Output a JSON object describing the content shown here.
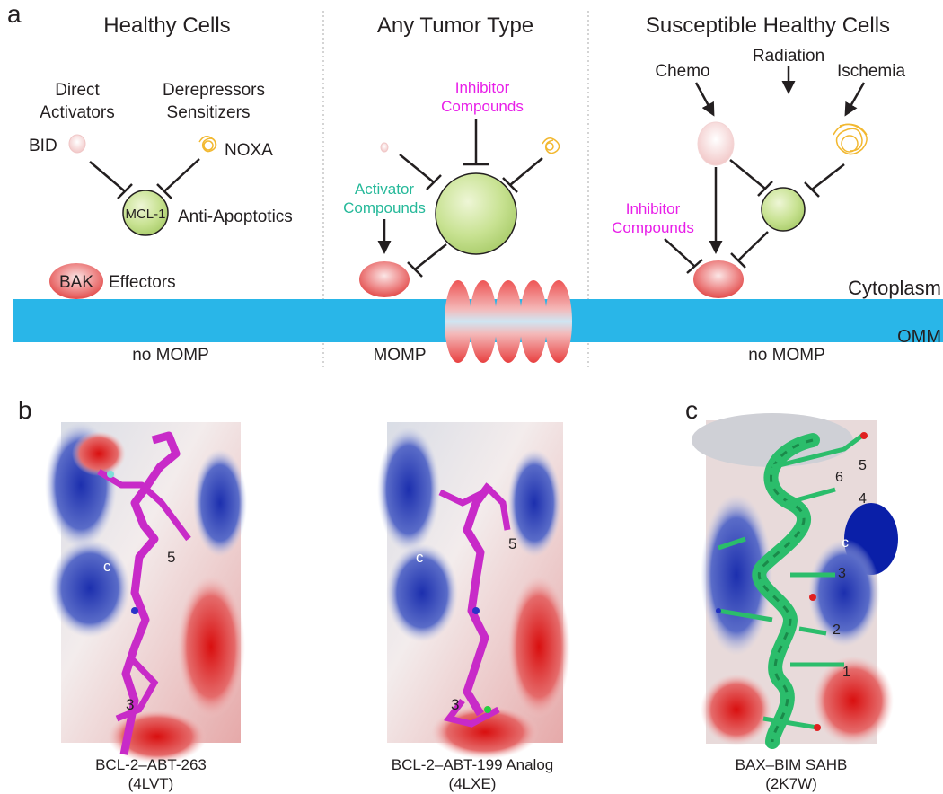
{
  "panel_a": {
    "letter": "a",
    "col1": {
      "title": "Healthy Cells",
      "direct_activators": [
        "Direct",
        "Activators"
      ],
      "derepressors": [
        "Derepressors",
        "Sensitizers"
      ],
      "bid": "BID",
      "noxa": "NOXA",
      "mcl1": "MCL-1",
      "anti_apoptotics": "Anti-Apoptotics",
      "bak": "BAK",
      "effectors": "Effectors",
      "footer": "no MOMP"
    },
    "col2": {
      "title": "Any Tumor Type",
      "inhibitor": [
        "Inhibitor",
        "Compounds"
      ],
      "activator": [
        "Activator",
        "Compounds"
      ],
      "footer": "MOMP"
    },
    "col3": {
      "title": "Susceptible Healthy Cells",
      "chemo": "Chemo",
      "radiation": "Radiation",
      "ischemia": "Ischemia",
      "inhibitor": [
        "Inhibitor",
        "Compounds"
      ],
      "footer": "no MOMP"
    },
    "cytoplasm": "Cytoplasm",
    "omm": "OMM",
    "colors": {
      "membrane": "#29b6e8",
      "magenta": "#e81ee8",
      "green_text": "#26b99a",
      "anti_apoptotic": "#c5e08e",
      "effector": "#e84c4c",
      "noxa": "#f2b830"
    }
  },
  "panel_b": {
    "letter": "b",
    "left": {
      "caption1": "BCL-2–ABT-263",
      "caption2": "(4LVT)",
      "c_label": "c",
      "num_a": "5",
      "num_b": "3"
    },
    "right": {
      "caption1": "BCL-2–ABT-199 Analog",
      "caption2": "(4LXE)",
      "c_label": "c",
      "num_a": "5",
      "num_b": "3"
    }
  },
  "panel_c": {
    "letter": "c",
    "caption1": "BAX–BIM SAHB",
    "caption2": "(2K7W)",
    "c_label": "c",
    "numbers": [
      "5",
      "6",
      "4",
      "3",
      "2",
      "1"
    ]
  }
}
